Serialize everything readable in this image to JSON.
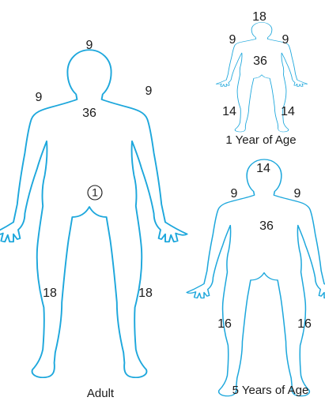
{
  "colors": {
    "outline": "#1da7dc",
    "text": "#1a1a1a"
  },
  "adult": {
    "caption": "Adult",
    "head": "9",
    "left_arm": "9",
    "right_arm": "9",
    "trunk": "36",
    "perineum": "1",
    "left_leg": "18",
    "right_leg": "18"
  },
  "one_year": {
    "caption": "1 Year of Age",
    "head": "18",
    "left_arm": "9",
    "right_arm": "9",
    "trunk": "36",
    "left_leg": "14",
    "right_leg": "14"
  },
  "five_years": {
    "caption": "5 Years of Age",
    "head": "14",
    "left_arm": "9",
    "right_arm": "9",
    "trunk": "36",
    "left_leg": "16",
    "right_leg": "16"
  }
}
